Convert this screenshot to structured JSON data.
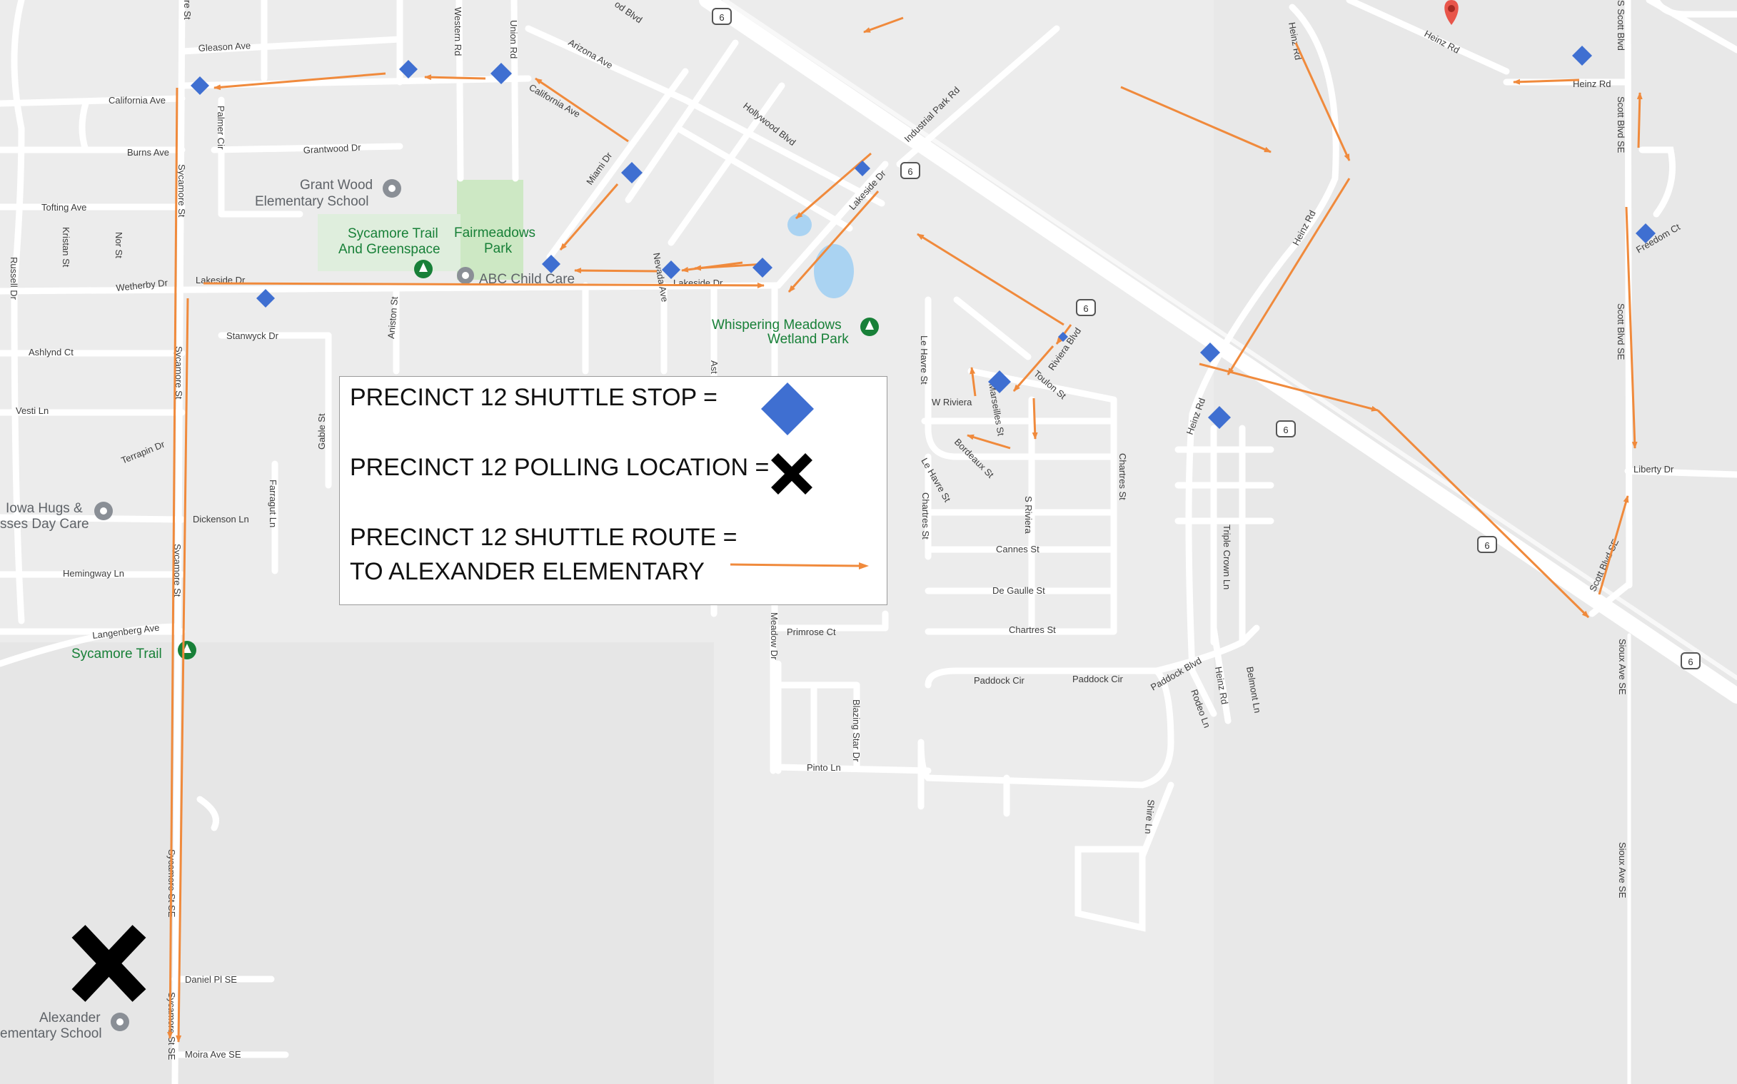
{
  "legend": {
    "stop_label": "PRECINCT 12 SHUTTLE STOP  =",
    "polling_label": "PRECINCT 12 POLLING LOCATION =",
    "route_label_1": "PRECINCT 12 SHUTTLE ROUTE =",
    "route_label_2": "TO ALEXANDER ELEMENTARY"
  },
  "colors": {
    "route": "#f08a3c",
    "stop": "#3f6fd1",
    "polling": "#000000",
    "park": "#188038",
    "pin": "#e8554a"
  },
  "icons": [
    "diamond-stop-icon",
    "x-polling-icon",
    "arrow-route-icon",
    "park-pin-icon",
    "poi-pin-icon",
    "map-marker-icon",
    "highway-shield-icon"
  ],
  "highway": "6",
  "roads": {
    "gleason_ave": "Gleason Ave",
    "california_ave": "California Ave",
    "burns_ave": "Burns Ave",
    "tofting_ave": "Tofting Ave",
    "wetherby_dr": "Wetherby Dr",
    "ashlynd_ct": "Ashlynd Ct",
    "vesti_ln": "Vesti Ln",
    "terrapin_dr": "Terrapin Dr",
    "dickenson_ln": "Dickenson Ln",
    "hemingway_ln": "Hemingway Ln",
    "langenberg_ave": "Langenberg Ave",
    "daniel_pl": "Daniel Pl SE",
    "moira_ave": "Moira Ave SE",
    "stanwyck_dr": "Stanwyck Dr",
    "lakeside_dr": "Lakeside Dr",
    "lakeside_dr_2": "Lakeside Dr",
    "grantwood_dr": "Grantwood Dr",
    "arizona_ave": "Arizona Ave",
    "california_ave_2": "California Ave",
    "hollywood_blvd": "Hollywood Blvd",
    "industrial_park_rd": "Industrial Park Rd",
    "lakeside_dr_3": "Lakeside Dr",
    "sycamore_st_1": "Sycamore St",
    "sycamore_st_2": "Sycamore St",
    "sycamore_st_3": "Sycamore St",
    "sycamore_st_4": "Sycamore St SE",
    "sycamore_st_5": "Sycamore St SE",
    "sycamore_st_top": "re St",
    "palmer_cir": "Palmer Cir",
    "western_rd": "Western Rd",
    "union_rd": "Union Rd",
    "miami_dr": "Miami Dr",
    "nevada_ave": "Nevada Ave",
    "aniston_st": "Aniston St",
    "gable_st": "Gable St",
    "farragut_ln": "Farragut Ln",
    "kristan_st": "Kristan St",
    "nor_st": "Nor St",
    "russell_dr": "Russell Dr",
    "heinz_rd_1": "Heinz Rd",
    "heinz_rd_2": "Heinz Rd",
    "heinz_rd_3": "Heinz Rd",
    "heinz_rd_4": "Heinz Rd",
    "heinz_rd_5": "Heinz Rd",
    "heinz_rd_6": "Heinz Rd",
    "scott_blvd_1": "S Scott Blvd",
    "scott_blvd_2": "Scott Blvd SE",
    "scott_blvd_3": "Scott Blvd SE",
    "scott_blvd_4": "Scott Blvd SE",
    "freedom_ct": "Freedom Ct",
    "liberty_dr": "Liberty Dr",
    "sioux_ave_1": "Sioux Ave SE",
    "sioux_ave_2": "Sioux Ave SE",
    "riviera_blvd": "Riviera Blvd",
    "toulon_st": "Toulon St",
    "w_riviera": "W Riviera",
    "marseilles_st": "Marseilles St",
    "bordeaux_st": "Bordeaux St",
    "le_havre_st_1": "Le Havre St",
    "le_havre_st_2": "Le Havre St",
    "chartres_st_1": "Chartres St",
    "chartres_st_2": "Chartres St",
    "chartres_st_3": "Chartres St",
    "s_riviera": "S Riviera",
    "cannes_st": "Cannes St",
    "de_gaulle_st": "De Gaulle St",
    "triple_crown_ln": "Triple Crown Ln",
    "paddock_cir_1": "Paddock Cir",
    "paddock_cir_2": "Paddock Cir",
    "paddock_blvd": "Paddock Blvd",
    "rodeo_ln": "Rodeo Ln",
    "belmont_ln": "Belmont Ln",
    "primrose_ct": "Primrose Ct",
    "blazing_star_dr": "Blazing Star Dr",
    "pinto_ln": "Pinto Ln",
    "meadow_dr": "Meadow Dr",
    "shire_ln": "Shire Ln",
    "ash_st": "Ast",
    "blvd_top": "od Blvd"
  },
  "pois": {
    "grant_wood_1": "Grant Wood",
    "grant_wood_2": "Elementary School",
    "sycamore_trail_1": "Sycamore Trail",
    "sycamore_trail_2": "And Greenspace",
    "fairmeadows_1": "Fairmeadows",
    "fairmeadows_2": "Park",
    "abc_child_care": "ABC Child Care",
    "whispering_1": "Whispering Meadows",
    "whispering_2": "Wetland Park",
    "iowa_hugs_1": "Iowa Hugs &",
    "iowa_hugs_2": "sses Day Care",
    "sycamore_trail_s": "Sycamore Trail",
    "alexander_1": "Alexander",
    "alexander_2": "ementary School"
  }
}
